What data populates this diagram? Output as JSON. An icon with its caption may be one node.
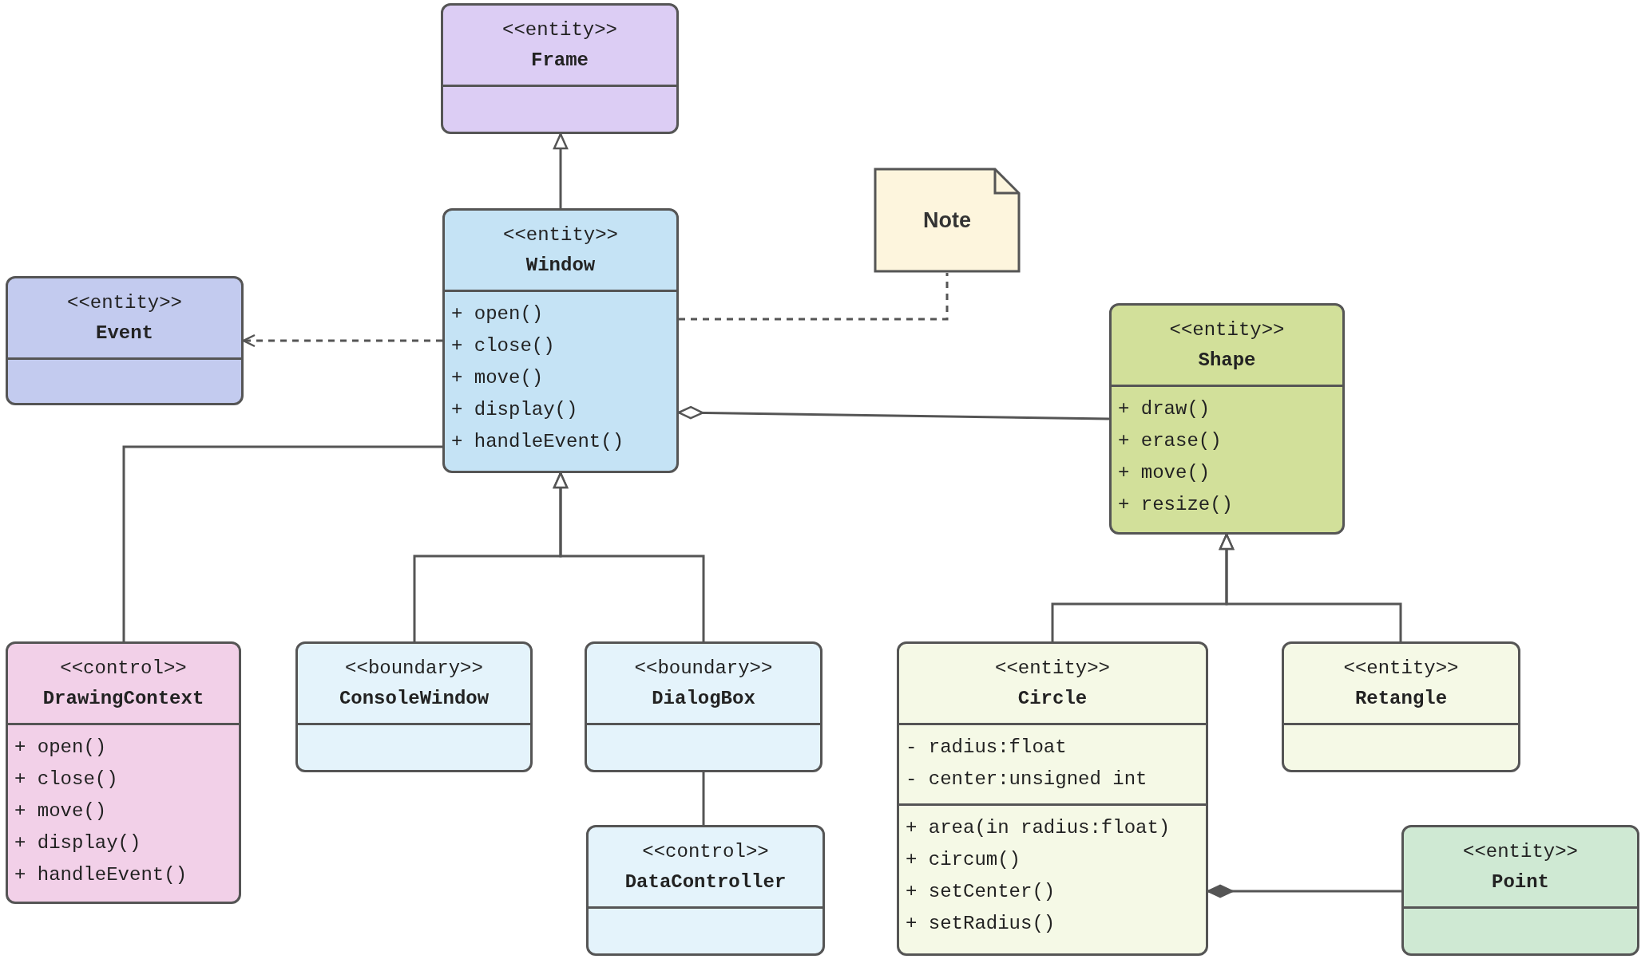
{
  "diagram": {
    "nodes": [
      {
        "text": [
          "<<entity>>",
          "Frame"
        ]
      },
      {
        "text": [
          "Note"
        ]
      },
      {
        "text": [
          "<<entity>>",
          "Event"
        ]
      },
      {
        "text": [
          "<<entity>>",
          "Window",
          "+ open()",
          "+ close()",
          "+ move()",
          "+ display()",
          "+ handleEvent()"
        ]
      },
      {
        "text": [
          "<<entity>>",
          "Shape",
          "+ draw()",
          "+ erase()",
          "+ move()",
          "+ resize()"
        ]
      },
      {
        "text": [
          "<<control>>",
          "DrawingContext",
          "+ open()",
          "+ close()",
          "+ move()",
          "+ display()",
          "+ handleEvent()"
        ]
      },
      {
        "text": [
          "<<boundary>>",
          "ConsoleWindow"
        ]
      },
      {
        "text": [
          "<<boundary>>",
          "DialogBox"
        ]
      },
      {
        "text": [
          "<<entity>>",
          "Circle",
          "- radius:float",
          "- center:unsigned int",
          "+ area(in radius:float)",
          "+ circum()",
          "+ setCenter()",
          "+ setRadius()"
        ]
      },
      {
        "text": [
          "<<entity>>",
          "Retangle"
        ]
      },
      {
        "text": [
          "<<control>>",
          "DataController"
        ]
      },
      {
        "text": [
          "<<entity>>",
          "Point"
        ]
      }
    ],
    "edges": [
      {
        "from": 3,
        "to": 0,
        "arrow": "to"
      },
      {
        "from": 3,
        "to": 2,
        "arrow": "to",
        "style": "dashed"
      },
      {
        "from": 3,
        "to": 1,
        "arrow": "none",
        "style": "dashed"
      },
      {
        "from": 4,
        "to": 3,
        "arrow": "other"
      },
      {
        "from": 5,
        "to": 3,
        "arrow": "none"
      },
      {
        "from": 6,
        "to": 3,
        "arrow": "to"
      },
      {
        "from": 7,
        "to": 3,
        "arrow": "to"
      },
      {
        "from": 7,
        "to": 10,
        "arrow": "none"
      },
      {
        "from": 8,
        "to": 4,
        "arrow": "to"
      },
      {
        "from": 9,
        "to": 4,
        "arrow": "to"
      },
      {
        "from": 11,
        "to": 8,
        "arrow": "other"
      }
    ]
  }
}
